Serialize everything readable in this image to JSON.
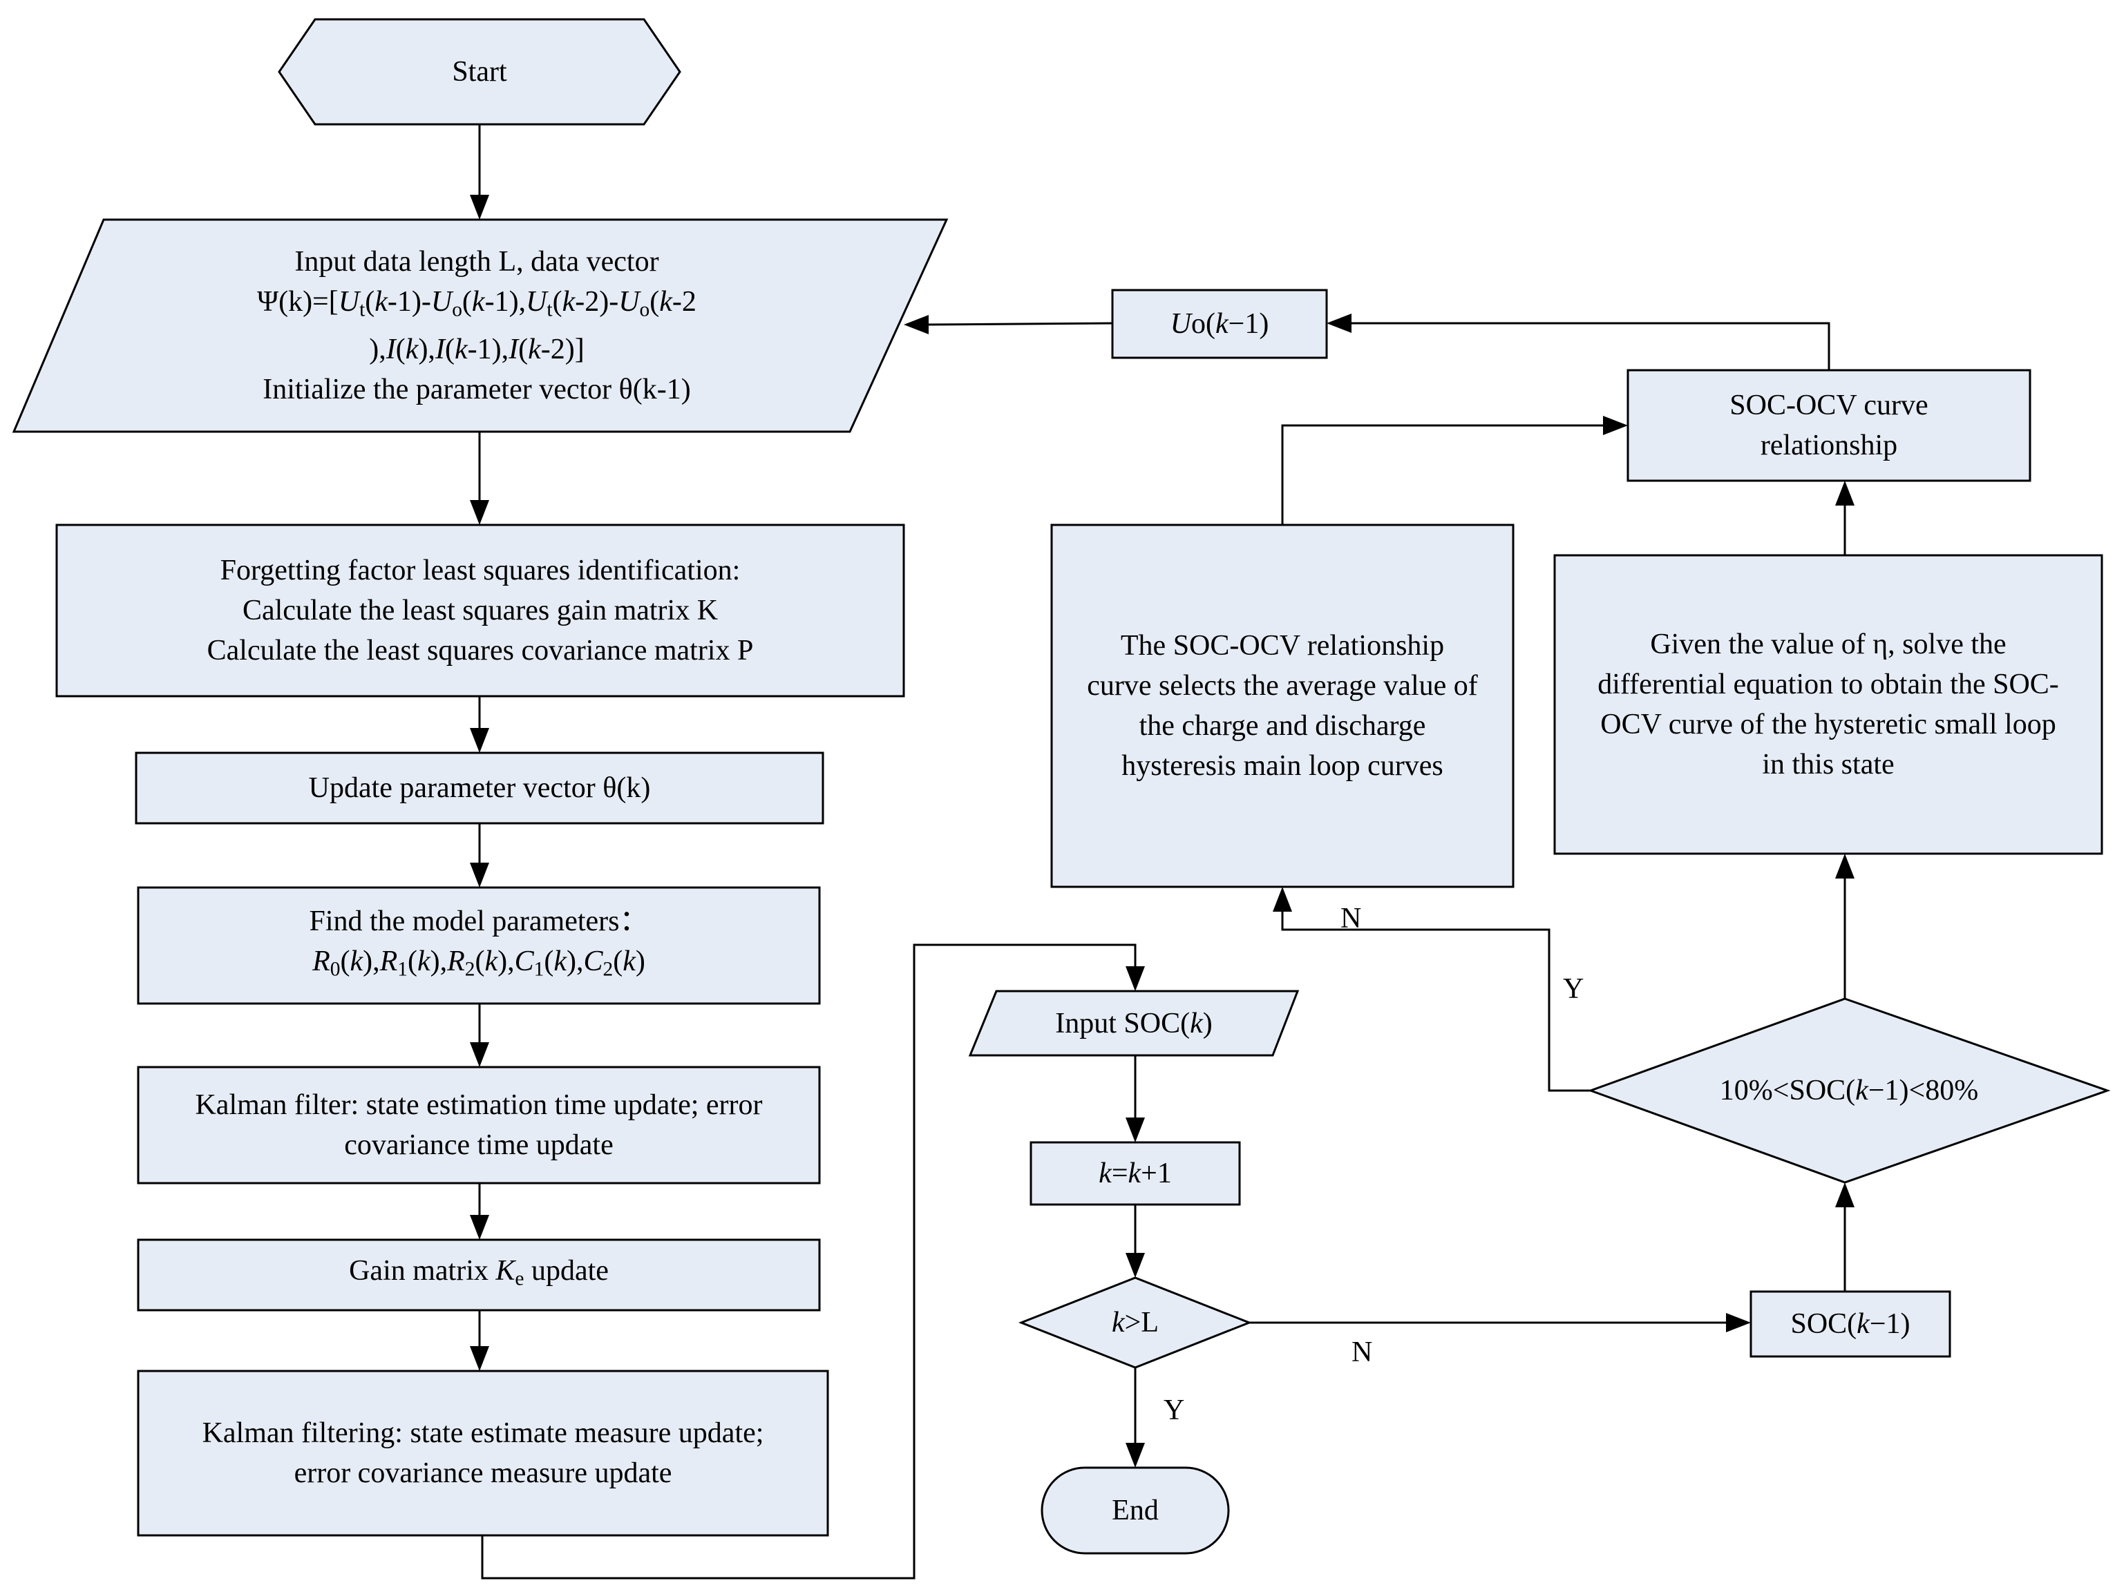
{
  "nodes": {
    "start": "Start",
    "input_data": {
      "line1": "Input data length L, data vector",
      "line4": "Initialize the parameter vector θ(k-1)"
    },
    "ffls": {
      "line1": "Forgetting factor least squares identification:",
      "line2": "Calculate the least squares gain matrix K",
      "line3": "Calculate the least squares covariance matrix P"
    },
    "update_theta": "Update parameter vector θ(k)",
    "find_params": {
      "line1": "Find the model parameters："
    },
    "kalman_time": {
      "line1": "Kalman filter: state estimation time update; error",
      "line2": "covariance time update"
    },
    "gain_update": {
      "prefix": "Gain matrix ",
      "ke_var": "K",
      "ke_sub": "e",
      "suffix": " update"
    },
    "kalman_measure": {
      "line1": "Kalman filtering: state estimate measure update;",
      "line2": "error covariance measure update"
    },
    "input_soc": {
      "prefix": "Input SOC(",
      "var": "k",
      "suffix": ")"
    },
    "k_increment": {
      "var1": "k",
      "mid": "=",
      "var2": "k",
      "suffix": "+1"
    },
    "k_check": {
      "var": "k",
      "suffix": ">L"
    },
    "end": "End",
    "soc_prev": {
      "prefix": "SOC(",
      "var": "k",
      "suffix": "−1)"
    },
    "soc_range": {
      "prefix": "10%<SOC(",
      "var": "k",
      "suffix": "−1)<80%"
    },
    "hysteretic": {
      "line1": "Given the value of η, solve the",
      "line2": "differential equation to obtain the SOC-",
      "line3": "OCV curve of the hysteretic small loop",
      "line4": "in this state"
    },
    "main_loop": {
      "line1": "The SOC-OCV relationship",
      "line2": "curve selects the average value of",
      "line3": "the charge and discharge",
      "line4": "hysteresis main loop curves"
    },
    "soc_ocv_rel": {
      "line1": "SOC-OCV curve",
      "line2": "relationship"
    },
    "uo_prev": {
      "u": "U",
      "o": "o(",
      "var": "k",
      "suffix": "−1)"
    }
  },
  "labels": {
    "y_end": "Y",
    "n_soc": "N",
    "n_main": "N",
    "y_hyst": "Y"
  }
}
